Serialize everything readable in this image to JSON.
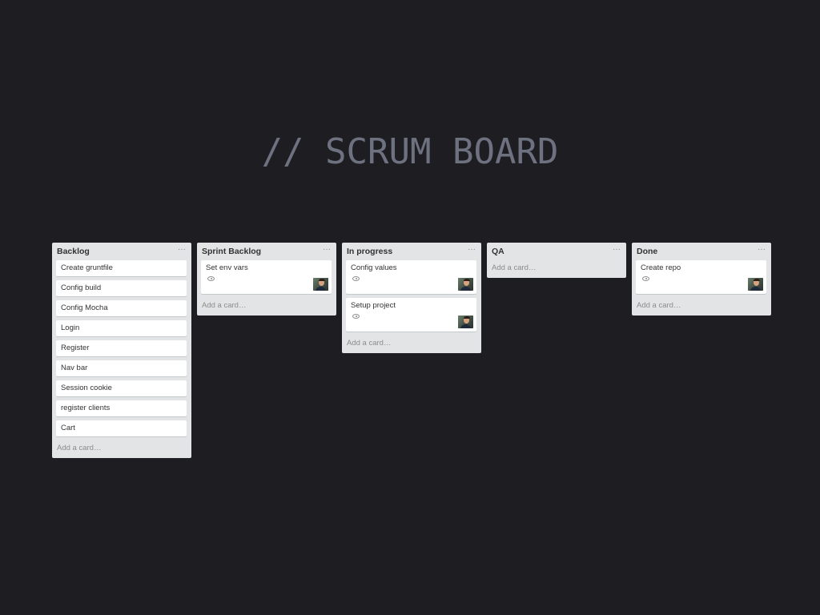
{
  "title": "// SCRUM BOARD",
  "colors": {
    "background": "#1e1e22",
    "list_bg": "#e2e4e6",
    "card_bg": "#ffffff",
    "title_text": "#6e7280"
  },
  "icons": {
    "list_menu": "ellipsis-icon",
    "card_badge": "eye-icon",
    "member": "avatar"
  },
  "menu_glyph": "···",
  "add_card_label": "Add a card…",
  "lists": [
    {
      "name": "Backlog",
      "cards": [
        "Create gruntfile",
        "Config build",
        "Config Mocha",
        "Login",
        "Register",
        "Nav bar",
        "Session cookie",
        "register clients",
        "Cart"
      ]
    },
    {
      "name": "Sprint Backlog",
      "cards": [
        "Set env vars"
      ]
    },
    {
      "name": "In progress",
      "cards": [
        "Config values",
        "Setup project"
      ]
    },
    {
      "name": "QA",
      "cards": []
    },
    {
      "name": "Done",
      "cards": [
        "Create repo"
      ]
    }
  ]
}
